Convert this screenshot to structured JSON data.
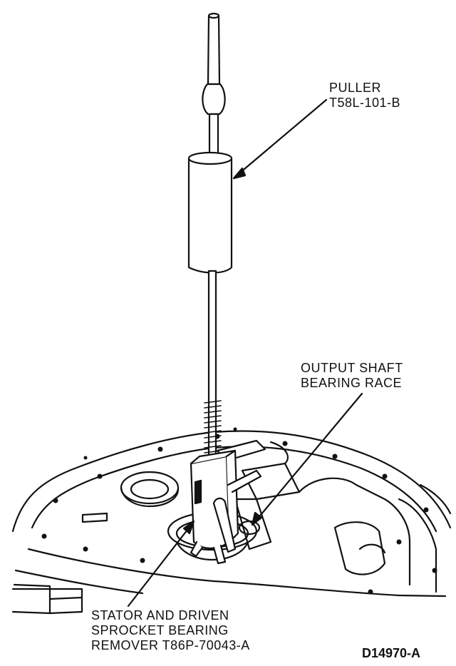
{
  "labels": {
    "puller": {
      "line1": "PULLER",
      "line2": "T58L-101-B"
    },
    "output_race": {
      "line1": "OUTPUT SHAFT",
      "line2": "BEARING RACE"
    },
    "remover": {
      "line1": "STATOR AND DRIVEN",
      "line2": "SPROCKET BEARING",
      "line3": "REMOVER T86P-70043-A"
    }
  },
  "figure_id": "D14970-A"
}
